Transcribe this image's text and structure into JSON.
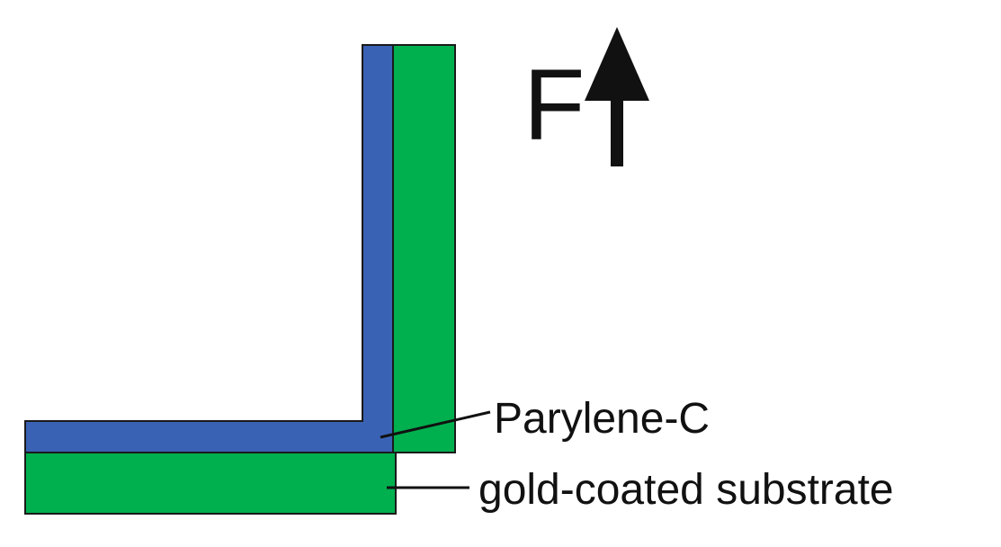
{
  "diagram": {
    "force_label": "F",
    "parylene_label": "Parylene-C",
    "substrate_label": "gold-coated substrate"
  },
  "colors": {
    "parylene": "#3a62b4",
    "gold_substrate": "#00b04f",
    "outline": "#1a1a1a",
    "text": "#111111"
  },
  "icons": {
    "force_arrow": "up-arrow-icon"
  }
}
